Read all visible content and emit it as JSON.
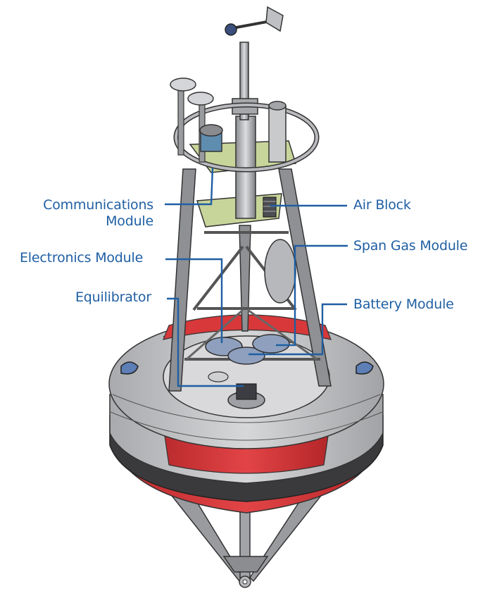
{
  "labels": {
    "communications_line1": "Communications",
    "communications_line2": "Module",
    "air_block": "Air Block",
    "electronics": "Electronics Module",
    "span_gas": "Span Gas Module",
    "equilibrator": "Equilibrator",
    "battery": "Battery Module"
  },
  "colors": {
    "label_text": "#1f5fa3",
    "leader_line": "#1f5fa3",
    "hull_red": "#d8383a",
    "hull_gray": "#c9cacc",
    "deck_gray": "#d9d9db",
    "bumper_black": "#3a3a3c",
    "frame_gray": "#8f9094",
    "plate_green": "#c8d59a",
    "module_blue": "#8fa0be"
  }
}
